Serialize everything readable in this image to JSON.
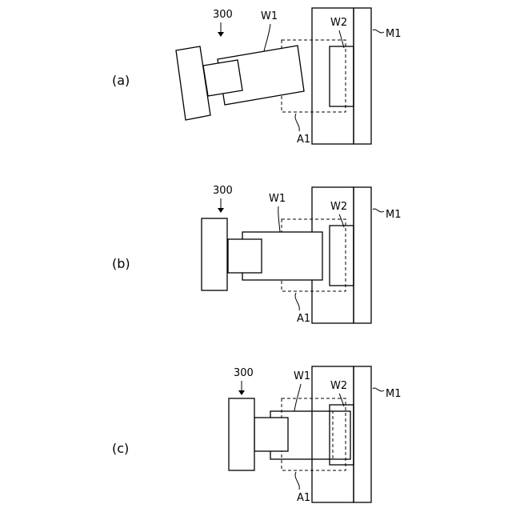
{
  "panels": [
    {
      "label": "(a)",
      "robot": "300",
      "workpiece": "W1",
      "target": "W2",
      "machine": "M1",
      "area": "A1"
    },
    {
      "label": "(b)",
      "robot": "300",
      "workpiece": "W1",
      "target": "W2",
      "machine": "M1",
      "area": "A1"
    },
    {
      "label": "(c)",
      "robot": "300",
      "workpiece": "W1",
      "target": "W2",
      "machine": "M1",
      "area": "A1"
    }
  ]
}
